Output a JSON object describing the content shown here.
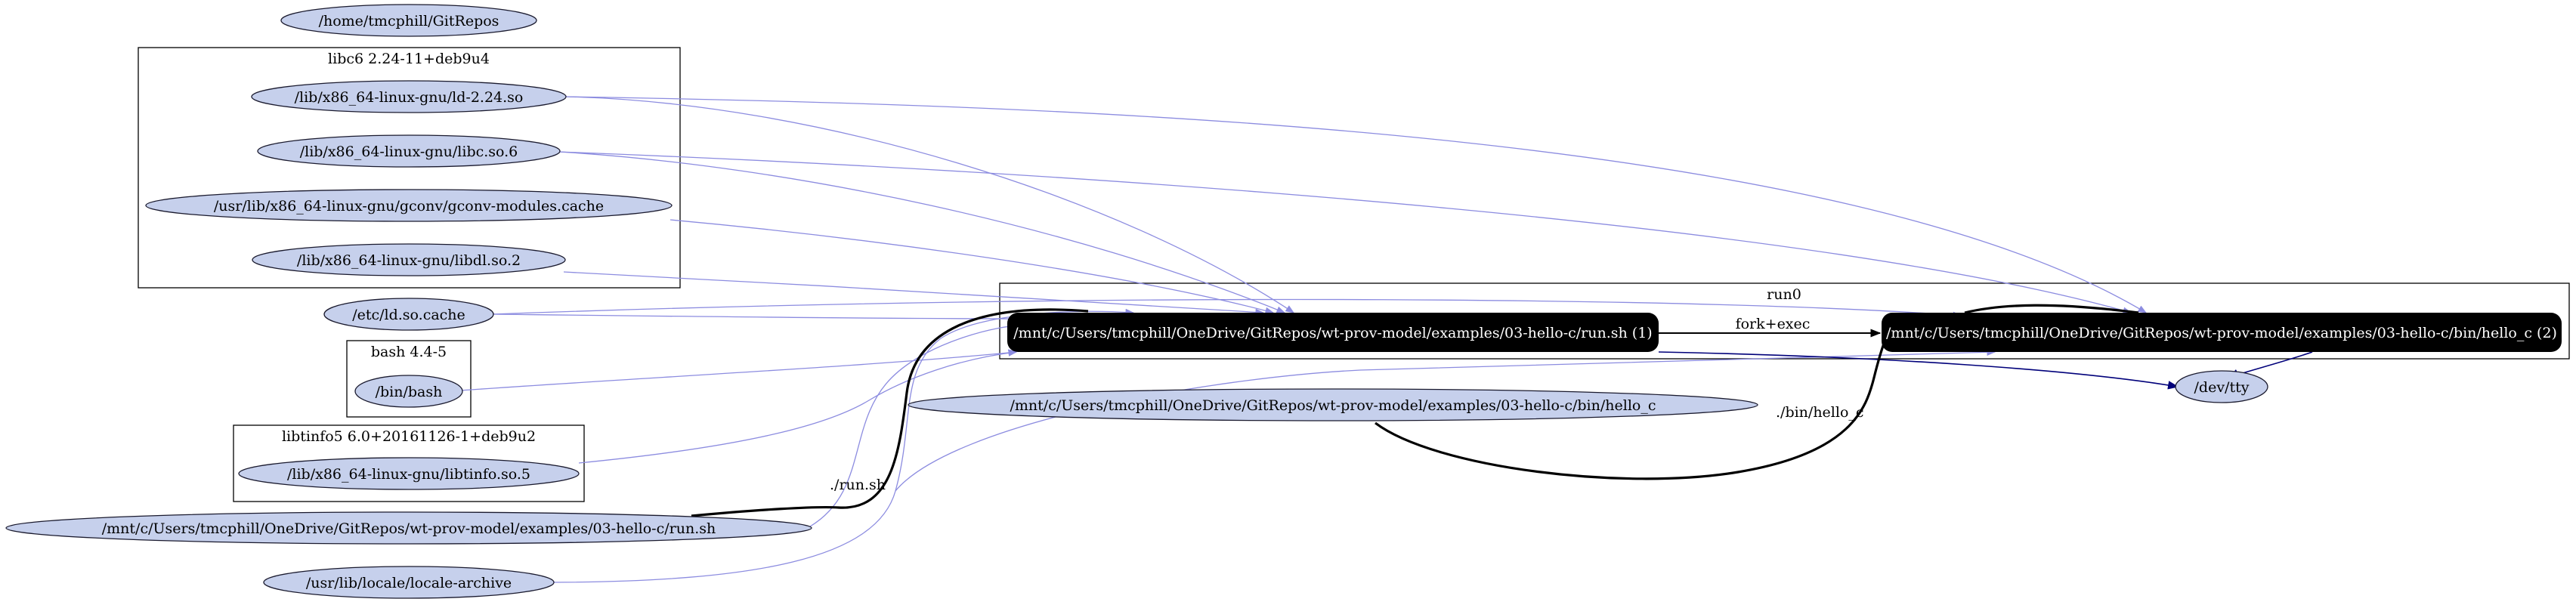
{
  "colors": {
    "file_fill": "#c6d0ec",
    "file_stroke": "#1a1a2e",
    "process_fill": "#000000",
    "process_text": "#ffffff",
    "read_edge": "#8c8ce0",
    "write_edge": "#00007a",
    "exec_edge": "#000000",
    "cluster_stroke": "#000000"
  },
  "clusters": {
    "libc6": "libc6 2.24-11+deb9u4",
    "bash": "bash 4.4-5",
    "libtinfo5": "libtinfo5 6.0+20161126-1+deb9u2",
    "run0": "run0"
  },
  "files": {
    "gitrepos": "/home/tmcphill/GitRepos",
    "ld_so": "/lib/x86_64-linux-gnu/ld-2.24.so",
    "libc_so": "/lib/x86_64-linux-gnu/libc.so.6",
    "gconv_cache": "/usr/lib/x86_64-linux-gnu/gconv/gconv-modules.cache",
    "libdl_so": "/lib/x86_64-linux-gnu/libdl.so.2",
    "ld_so_cache": "/etc/ld.so.cache",
    "bin_bash": "/bin/bash",
    "libtinfo_so": "/lib/x86_64-linux-gnu/libtinfo.so.5",
    "run_sh_file": "/mnt/c/Users/tmcphill/OneDrive/GitRepos/wt-prov-model/examples/03-hello-c/run.sh",
    "locale_archive": "/usr/lib/locale/locale-archive",
    "hello_c_file": "/mnt/c/Users/tmcphill/OneDrive/GitRepos/wt-prov-model/examples/03-hello-c/bin/hello_c",
    "dev_tty": "/dev/tty"
  },
  "processes": {
    "run_sh_proc": "/mnt/c/Users/tmcphill/OneDrive/GitRepos/wt-prov-model/examples/03-hello-c/run.sh (1)",
    "hello_c_proc": "/mnt/c/Users/tmcphill/OneDrive/GitRepos/wt-prov-model/examples/03-hello-c/bin/hello_c (2)"
  },
  "edge_labels": {
    "fork_exec": "fork+exec",
    "run_sh_exec": "./run.sh",
    "hello_c_exec": "./bin/hello_c"
  }
}
